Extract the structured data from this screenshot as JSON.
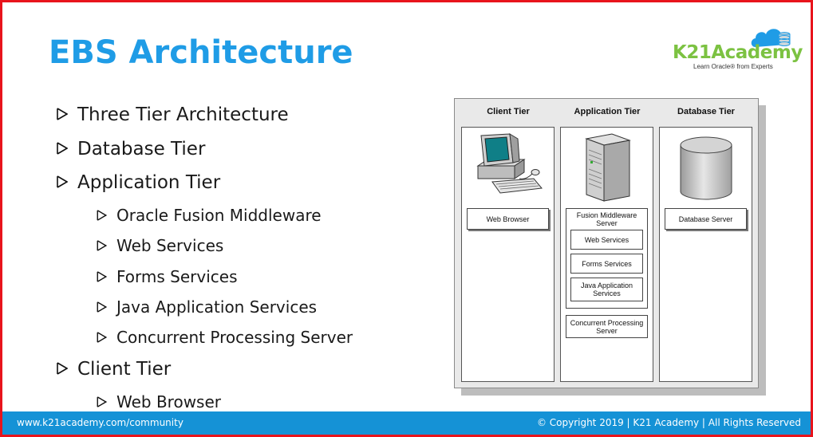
{
  "slide": {
    "title": "EBS Architecture"
  },
  "logo": {
    "name": "K21Academy",
    "tagline": "Learn Oracle® from Experts",
    "colors": {
      "text": "#7cc242",
      "cloud": "#1f9ce6"
    }
  },
  "bullets": [
    {
      "level": 1,
      "text": "Three Tier Architecture"
    },
    {
      "level": 1,
      "text": "Database Tier"
    },
    {
      "level": 1,
      "text": "Application Tier"
    },
    {
      "level": 2,
      "text": "Oracle Fusion Middleware"
    },
    {
      "level": 2,
      "text": "Web Services"
    },
    {
      "level": 2,
      "text": "Forms Services"
    },
    {
      "level": 2,
      "text": "Java Application Services"
    },
    {
      "level": 2,
      "text": "Concurrent Processing Server"
    },
    {
      "level": 1,
      "text": "Client Tier"
    },
    {
      "level": 2,
      "text": "Web Browser"
    }
  ],
  "diagram": {
    "tiers": {
      "client": {
        "header": "Client Tier",
        "icon": "desktop-computer-icon",
        "box": "Web Browser"
      },
      "application": {
        "header": "Application Tier",
        "icon": "server-tower-icon",
        "fmw": "Fusion Middleware Server",
        "services": [
          "Web Services",
          "Forms Services",
          "Java Application Services"
        ],
        "concurrent": "Concurrent Processing Server"
      },
      "database": {
        "header": "Database Tier",
        "icon": "database-cylinder-icon",
        "box": "Database Server"
      }
    }
  },
  "footer": {
    "left": "www.k21academy.com/community",
    "right": "© Copyright 2019 | K21 Academy | All Rights Reserved"
  },
  "colors": {
    "title": "#1f9ce6",
    "footer_bg": "#1592d6",
    "border": "#e8141c"
  }
}
